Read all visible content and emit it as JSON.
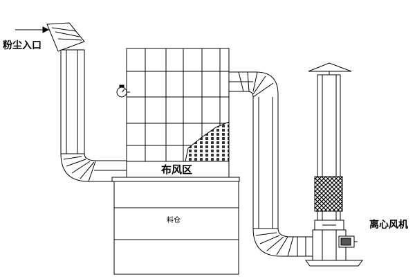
{
  "labels": {
    "dust_inlet": "粉尘入口",
    "air_distribution_zone": "布风区",
    "material_bin": "料仓",
    "centrifugal_fan": "离心风机"
  }
}
